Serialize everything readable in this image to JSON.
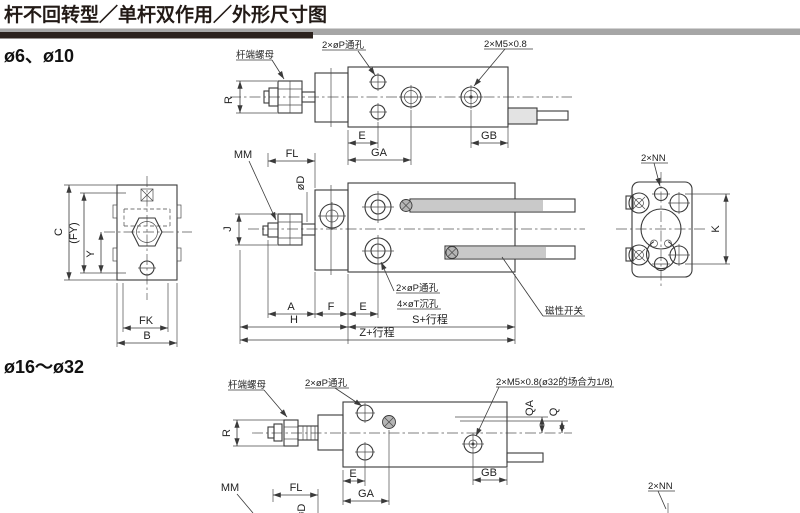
{
  "header": {
    "title": "杆不回转型／单杆双作用／外形尺寸图"
  },
  "sections": {
    "small_bore": "ø6、ø10",
    "large_bore": "ø16～ø32"
  },
  "annotations": {
    "rod_end_nut": "杆端螺母",
    "through_hole": "2×øP通孔",
    "port_m5": "2×M5×0.8",
    "port_m5_large": "2×M5×0.8(ø32的场合为1/8)",
    "counterbore": "4×øT沉孔",
    "magnetic_switch": "磁性开关",
    "mount_thread": "2×NN"
  },
  "dims": {
    "r": "R",
    "e": "E",
    "ga": "GA",
    "gb": "GB",
    "mm": "MM",
    "fl": "FL",
    "od": "øD",
    "j": "J",
    "a": "A",
    "f": "F",
    "h": "H",
    "s_stroke": "S+行程",
    "z_stroke": "Z+行程",
    "c": "C",
    "fy": "(FY)",
    "y": "Y",
    "fk": "FK",
    "b": "B",
    "k": "K",
    "qa": "QA",
    "q": "Q"
  },
  "colors": {
    "bar_dark": "#2b211d",
    "bar_gray": "#a6a6a6",
    "line": "#3a3a3a"
  }
}
